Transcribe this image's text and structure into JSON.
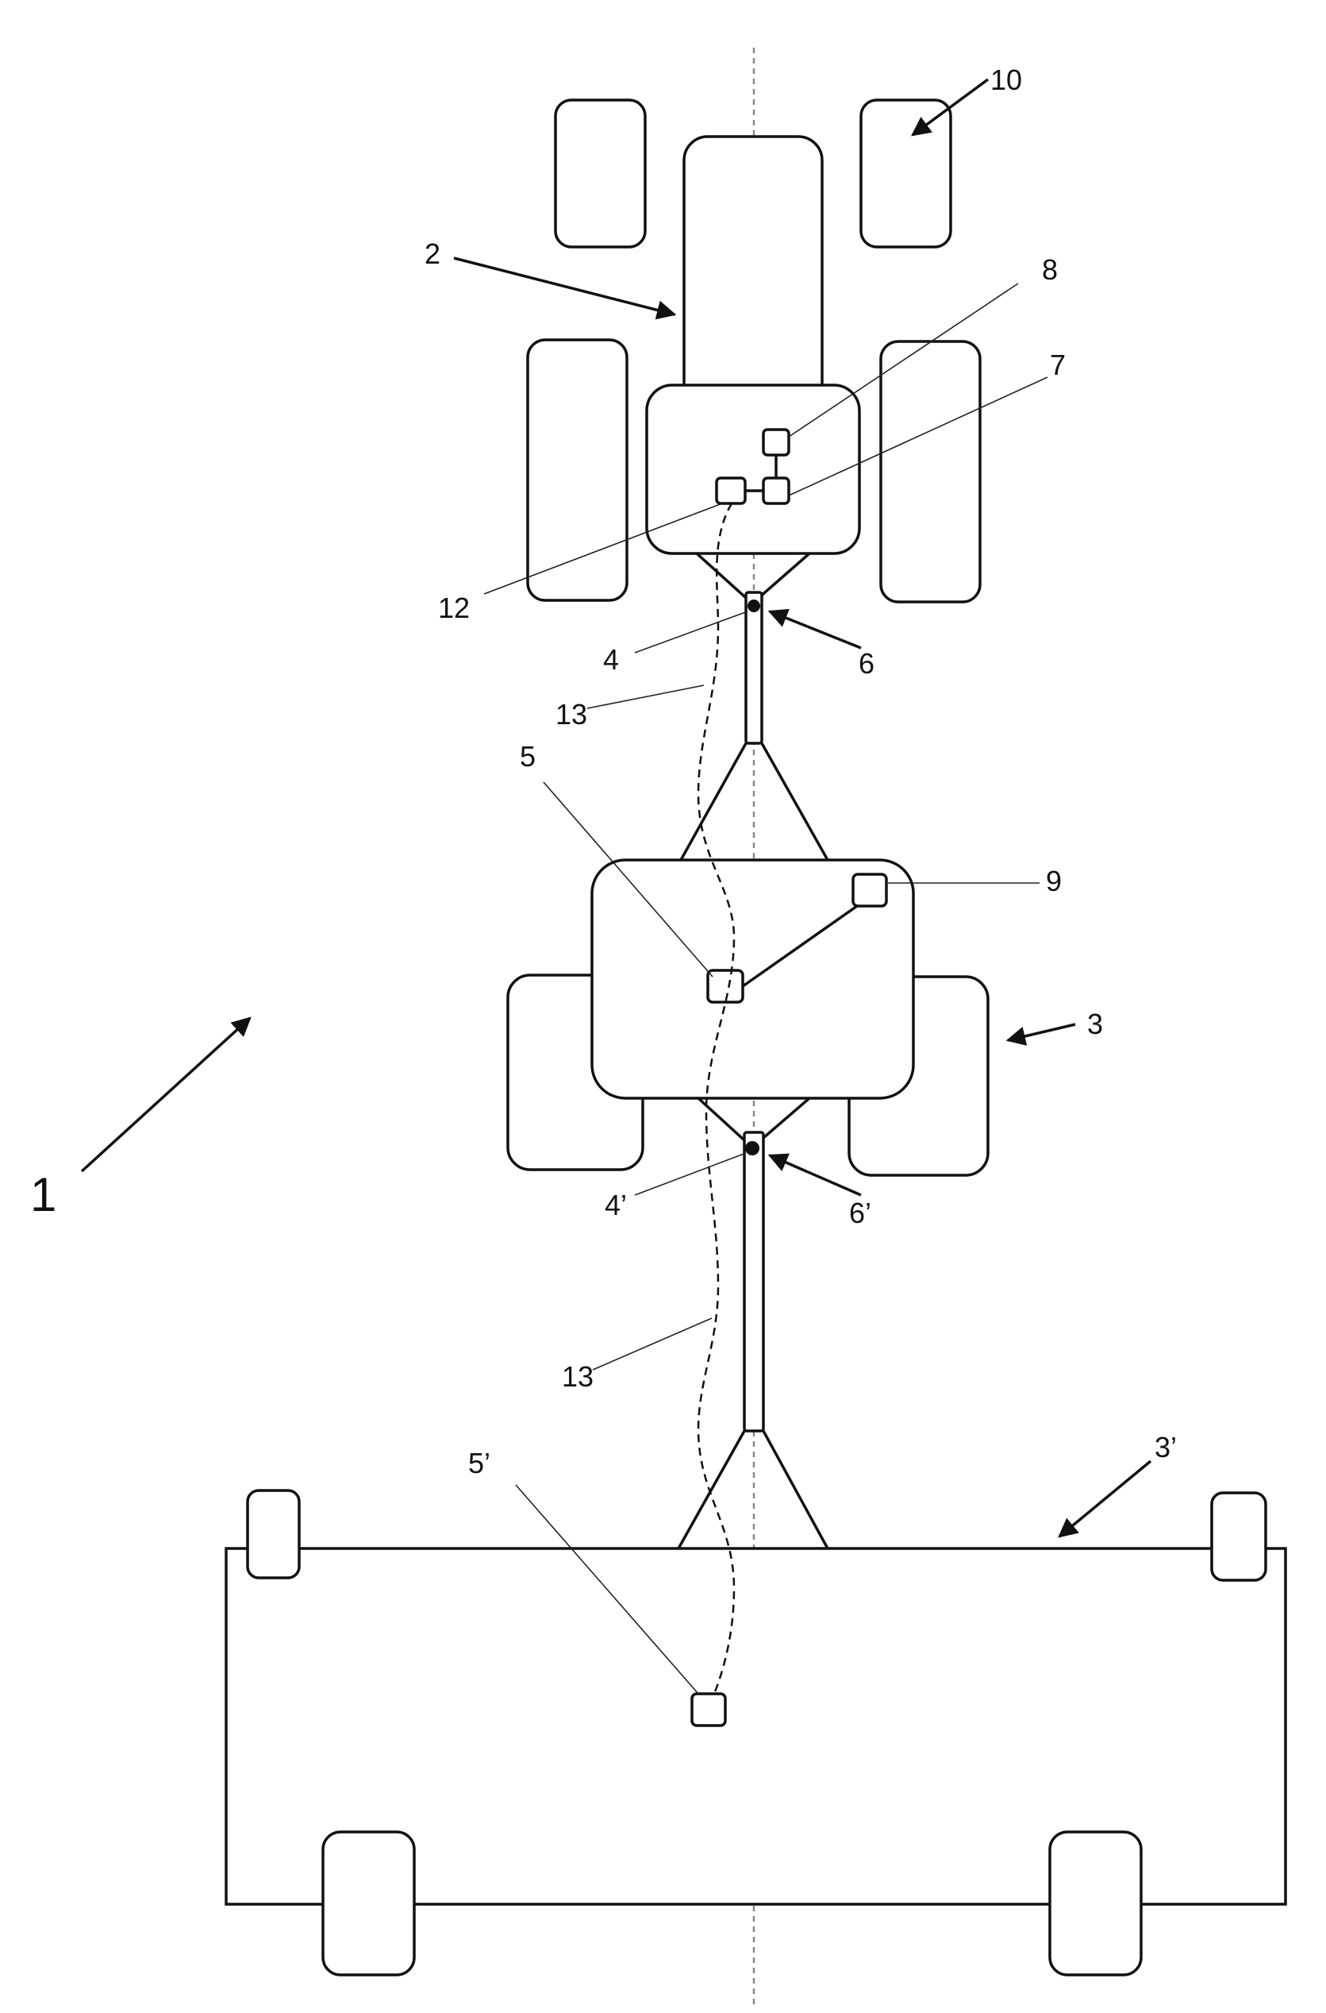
{
  "colors": {
    "ink": "#111111",
    "centerline": "#888888",
    "background": "#ffffff"
  },
  "labels": {
    "l1": "1",
    "l2": "2",
    "l3": "3",
    "l3p": "3’",
    "l4": "4",
    "l4p": "4’",
    "l5": "5",
    "l5p": "5’",
    "l6": "6",
    "l6p": "6’",
    "l7": "7",
    "l8": "8",
    "l9": "9",
    "l10": "10",
    "l12": "12",
    "l13a": "13",
    "l13b": "13"
  }
}
